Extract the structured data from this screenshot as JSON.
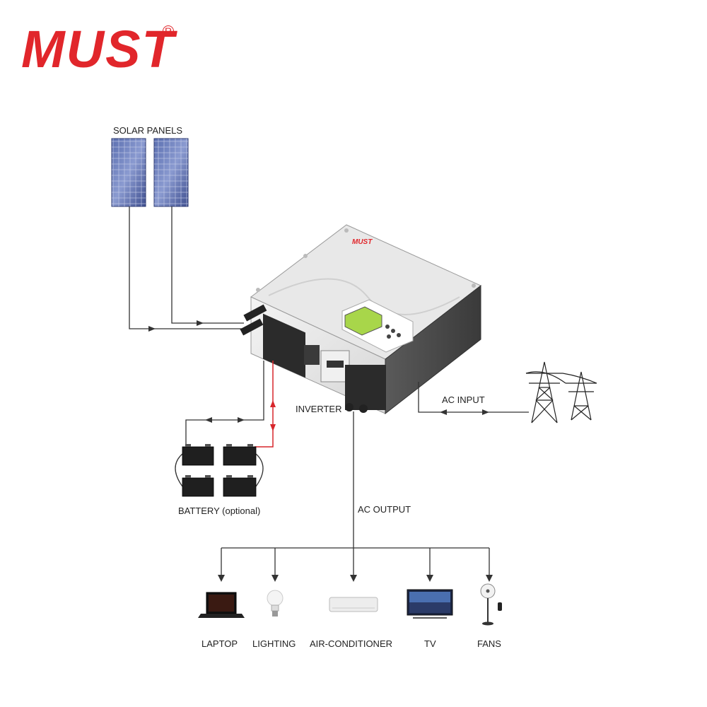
{
  "brand": {
    "logo_text": "MUST",
    "registered_mark": "R",
    "device_brand_text": "MUST"
  },
  "labels": {
    "solar_panels": "SOLAR PANELS",
    "inverter": "INVERTER",
    "ac_input": "AC INPUT",
    "battery": "BATTERY (optional)",
    "ac_output": "AC OUTPUT"
  },
  "loads": [
    "LAPTOP",
    "LIGHTING",
    "AIR-CONDITIONER",
    "TV",
    "FANS"
  ],
  "colors": {
    "brand_red": "#e1262b",
    "line": "#333333",
    "battery_line": "#d7262b",
    "lcd": "#a8d64a"
  }
}
